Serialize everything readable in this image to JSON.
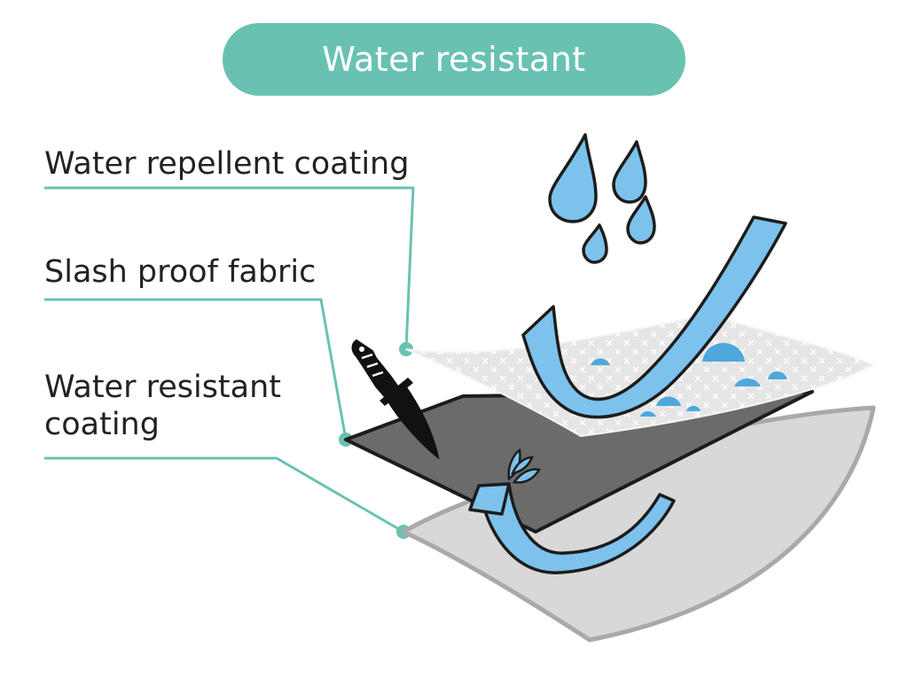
{
  "title": "Water resistant",
  "labels": {
    "repellent": "Water repellent coating",
    "slash": "Slash proof fabric",
    "resistant_line1": "Water resistant",
    "resistant_line2": "coating"
  },
  "colors": {
    "accent": "#69c2b1",
    "water": "#7cc2ec",
    "fabric_dark": "#6b6b6b",
    "fabric_light": "#d8d8d8",
    "mesh": "#e6e6e6"
  },
  "icons": {
    "knife": "knife-icon",
    "drop": "water-drop-icon"
  }
}
